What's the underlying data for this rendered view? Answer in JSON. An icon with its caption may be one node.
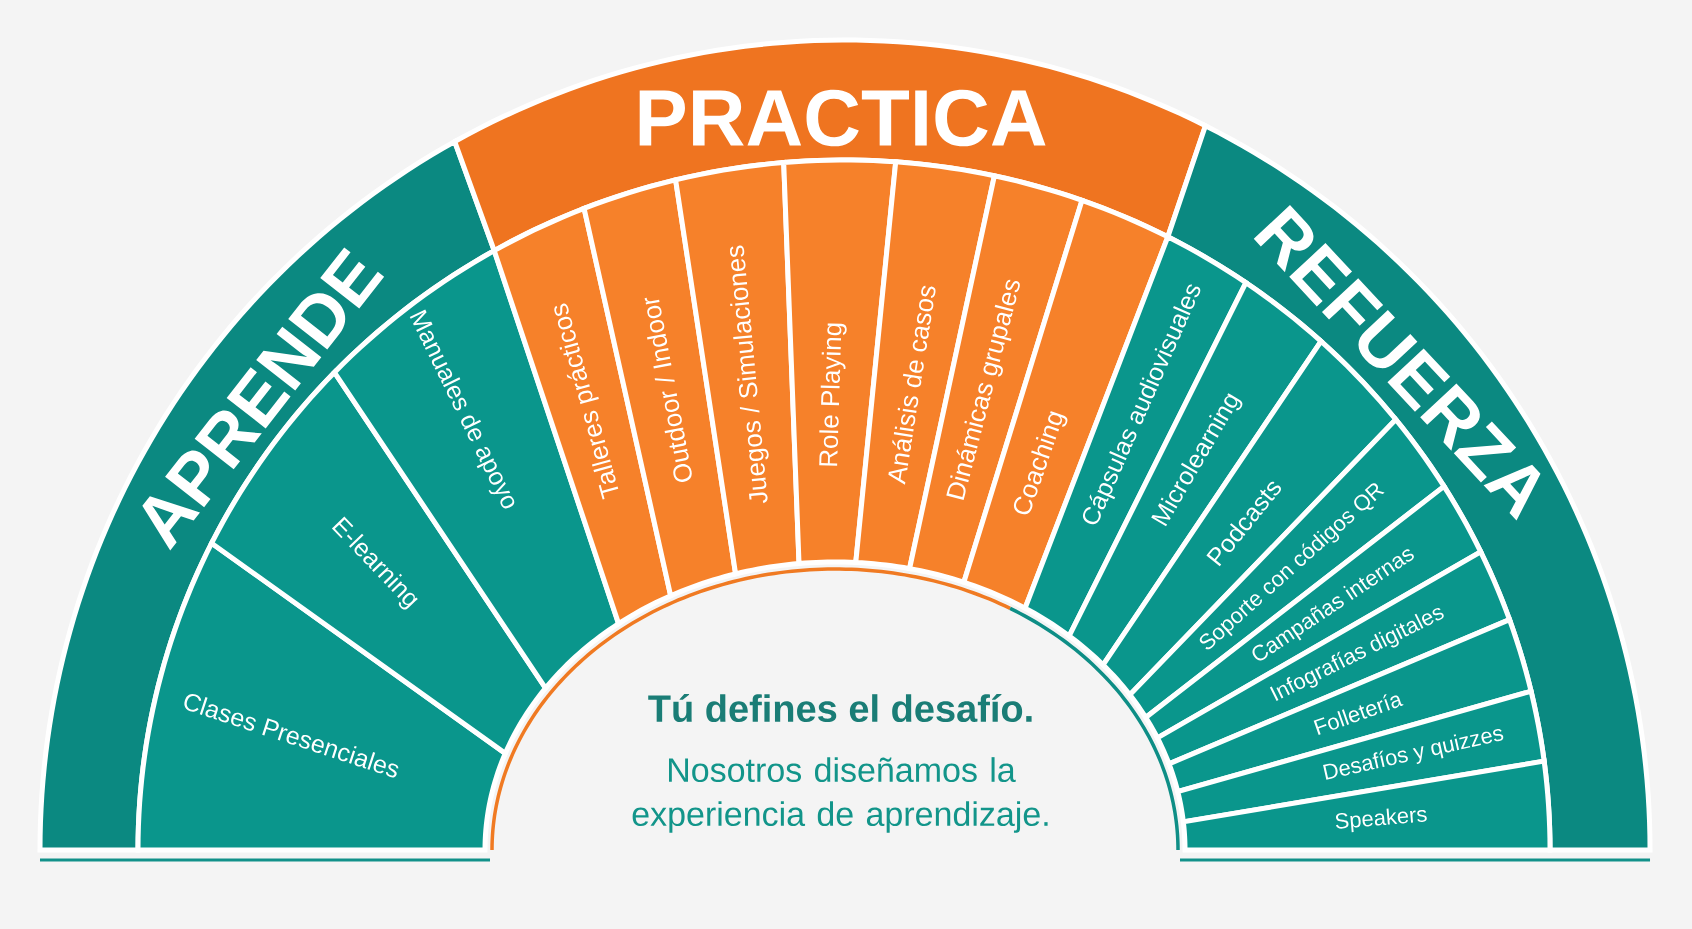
{
  "diagram": {
    "nodes": [
      {
        "text": [
          "APRENDE"
        ]
      },
      {
        "text": [
          "Clases Presenciales"
        ]
      },
      {
        "text": [
          "E-learning"
        ]
      },
      {
        "text": [
          "Manuales de apoyo"
        ]
      },
      {
        "text": [
          "PRACTICA"
        ]
      },
      {
        "text": [
          "Talleres prácticos"
        ]
      },
      {
        "text": [
          "Outdoor / Indoor"
        ]
      },
      {
        "text": [
          "Juegos / Simulaciones"
        ]
      },
      {
        "text": [
          "Role Playing"
        ]
      },
      {
        "text": [
          "Análisis de casos"
        ]
      },
      {
        "text": [
          "Dinámicas grupales"
        ]
      },
      {
        "text": [
          "Coaching"
        ]
      },
      {
        "text": [
          "REFUERZA"
        ]
      },
      {
        "text": [
          "Cápsulas audiovisuales"
        ]
      },
      {
        "text": [
          "Microlearning"
        ]
      },
      {
        "text": [
          "Podcasts"
        ]
      },
      {
        "text": [
          "Soporte con códigos QR"
        ]
      },
      {
        "text": [
          "Campañas internas"
        ]
      },
      {
        "text": [
          "Infografías digitales"
        ]
      },
      {
        "text": [
          "Folletería"
        ]
      },
      {
        "text": [
          "Desafíos y quizzes"
        ]
      },
      {
        "text": [
          "Speakers"
        ]
      },
      {
        "text": [
          "Tú defines el desafío.",
          "Nosotros diseñamos la experiencia de aprendizaje."
        ]
      }
    ]
  }
}
